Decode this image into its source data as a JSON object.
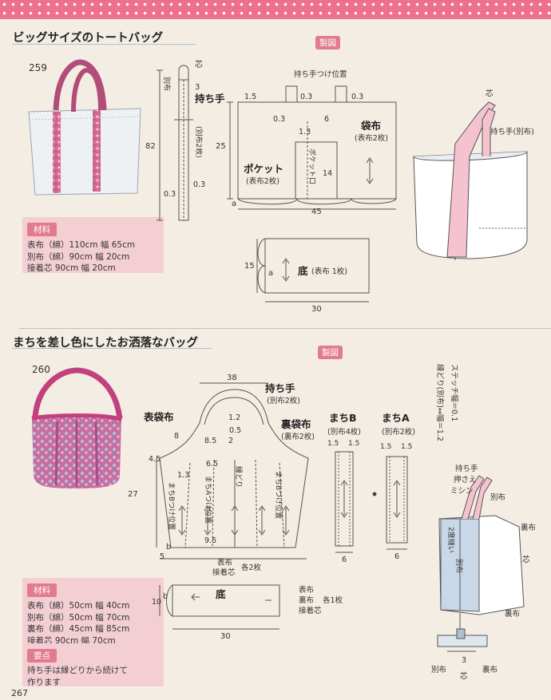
{
  "section1": {
    "title": "ビッグサイズのトートバッグ",
    "number": "259",
    "tag": "製図",
    "materials_header": "材料",
    "materials": [
      "表布（綿）110cm 幅 65cm",
      "別布（綿）90cm 幅 20cm",
      "接着芯 90cm 幅 20cm"
    ],
    "labels": {
      "handle": "持ち手",
      "handle_sub": "(別布2枚)",
      "betsununo": "別布",
      "shin": "芯",
      "handle_pos": "持ち手つけ位置",
      "fukuro": "袋布",
      "fukuro_sub": "(表布2枚)",
      "pocket": "ポケット",
      "pocket_sub": "(表布2枚)",
      "pocket_mouth": "ポケット口",
      "soko": "底",
      "soko_sub": "(表布 1枚)",
      "illus_shin": "芯",
      "illus_handle": "持ち手(別布)"
    },
    "dims": {
      "d3": "3",
      "d82": "82",
      "d03a": "0.3",
      "d03b": "0.3",
      "d15": "1.5",
      "d03c": "0.3",
      "d03d": "0.3",
      "d03e": "0.3",
      "d6": "6",
      "d13": "1.3",
      "d25": "25",
      "d14": "14",
      "d45": "45",
      "da": "a",
      "d15b": "15",
      "da2": "a",
      "d30": "30"
    }
  },
  "section2": {
    "title": "まちを差し色にしたお洒落なバッグ",
    "number": "260",
    "tag": "製図",
    "materials_header": "材料",
    "materials": [
      "表布（綿）50cm 幅 40cm",
      "別布（綿）50cm 幅 70cm",
      "裏布（綿）45cm 幅 85cm",
      "接着芯 90cm 幅 70cm"
    ],
    "points_header": "要点",
    "points": [
      "持ち手は縁どりから続けて",
      "作ります"
    ],
    "labels": {
      "handle": "持ち手",
      "handle_sub": "(別布2枚)",
      "omote": "表袋布",
      "ura": "裏袋布",
      "ura_sub": "(裏布2枚)",
      "machiB": "まちB",
      "machiB_sub": "(別布4枚)",
      "machiA": "まちA",
      "machiA_sub": "(別布2枚)",
      "fuchidori": "縁どり",
      "machiA_pos": "まちAつけ位置",
      "machiB_pos1": "まちBつけ位置",
      "machiB_pos2": "まちBつけ位置",
      "bottom_note1": "表布",
      "bottom_note2": "接着芯",
      "bottom_note3": "各2枚",
      "soko": "底",
      "soko_note1": "表布",
      "soko_note2": "裏布",
      "soko_note3": "接着芯",
      "soko_note4": "各1枚",
      "stitch": "ステッチ幅＝0.1",
      "edge": "縁どり(別布)↔幅＝1.2",
      "ill_handle": "持ち手",
      "ill_osae": "押さえ",
      "ill_mishin": "ミシン",
      "ill_betsu": "別布",
      "ill_ura": "裏布",
      "ill_shin": "芯",
      "ill_2do": "2度縫い",
      "ill_betsu2": "別布",
      "ill_ura2": "裏布",
      "ill_b_betsu": "別布",
      "ill_b_shin": "芯",
      "ill_b_ura": "裏布",
      "ill_b_3": "3"
    },
    "dims": {
      "d38": "38",
      "d8": "8",
      "d12": "1.2",
      "d05": "0.5",
      "d85": "8.5",
      "d2": "2",
      "d45": "4.5",
      "d65": "6.5",
      "d13": "1.3",
      "d27": "27",
      "d95": "9.5",
      "d5": "5",
      "db": "b",
      "d15a": "1.5",
      "d15b": "1.5",
      "d15c": "1.5",
      "d15d": "1.5",
      "d6a": "6",
      "d6b": "6",
      "d10": "10",
      "db2": "b",
      "d30": "30"
    }
  },
  "page_number": "267"
}
